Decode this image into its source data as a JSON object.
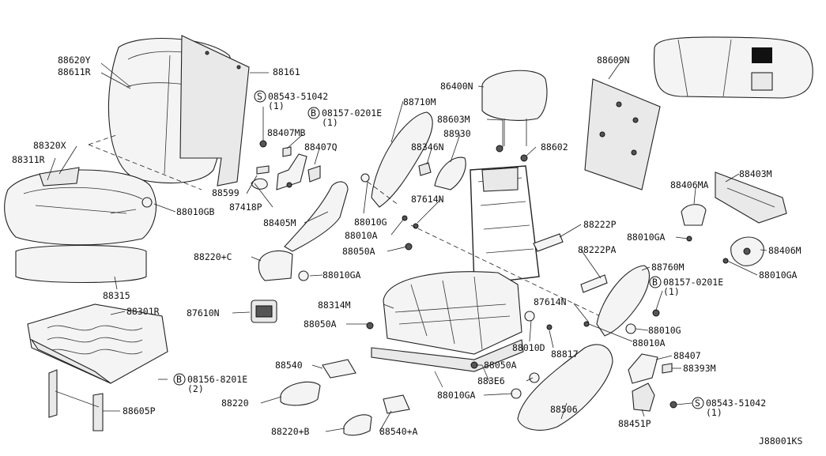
{
  "diagram_code": "J88001KS",
  "callouts": {
    "p88620Y": "88620Y",
    "p88611R": "88611R",
    "p88161": "88161",
    "p08543a": "08543-51042",
    "p08543a_q": "(1)",
    "p88407MB": "88407MB",
    "p08157a": "08157-0201E",
    "p08157a_q": "(1)",
    "p88407Q": "88407Q",
    "p88320X": "88320X",
    "p88311R": "88311R",
    "p88599": "88599",
    "p87418P": "87418P",
    "p88010GB": "88010GB",
    "p88405M": "88405M",
    "p88220C": "88220+C",
    "p88010GA_a": "88010GA",
    "p88315": "88315",
    "p88301R": "88301R",
    "p87610N": "87610N",
    "p08156": "08156-8201E",
    "p08156_q": "(2)",
    "p88605P": "88605P",
    "p88540": "88540",
    "p88220": "88220",
    "p88220B": "88220+B",
    "p88540A": "88540+A",
    "p86400N": "86400N",
    "p88710M": "88710M",
    "p88603M": "88603M",
    "p88930": "88930",
    "p88346N": "88346N",
    "p88602": "88602",
    "p87614N_a": "87614N",
    "p88010G_a": "88010G",
    "p88010A_a": "88010A",
    "p88050A_a": "88050A",
    "p88314M": "88314M",
    "p88050A_b": "88050A",
    "p88050A_c": "88050A",
    "p883E6": "883E6",
    "p88010GA_b": "88010GA",
    "p88010D": "88010D",
    "p88817": "88817",
    "p88506": "88506",
    "p88609N": "88609N",
    "p88222P": "88222P",
    "p88222PA": "88222PA",
    "p88406MA": "88406MA",
    "p88403M": "88403M",
    "p88010GA_c": "88010GA",
    "p88406M": "88406M",
    "p88010GA_d": "88010GA",
    "p88760M": "88760M",
    "p08157b": "08157-0201E",
    "p08157b_q": "(1)",
    "p87614N_b": "87614N",
    "p88010G_b": "88010G",
    "p88010A_b": "88010A",
    "p88407": "88407",
    "p88393M": "88393M",
    "p08543b": "08543-51042",
    "p08543b_q": "(1)",
    "p88451P": "88451P"
  },
  "screw_symbol": "S",
  "bolt_symbol": "B"
}
